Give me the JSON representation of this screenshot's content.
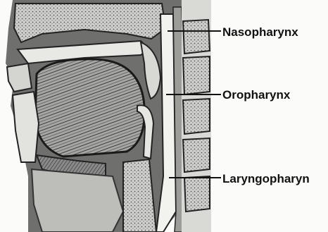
{
  "labels": {
    "nasopharynx": "Nasopharynx",
    "oropharynx": "Oropharynx",
    "laryngopharynx": "Laryngopharyn"
  }
}
